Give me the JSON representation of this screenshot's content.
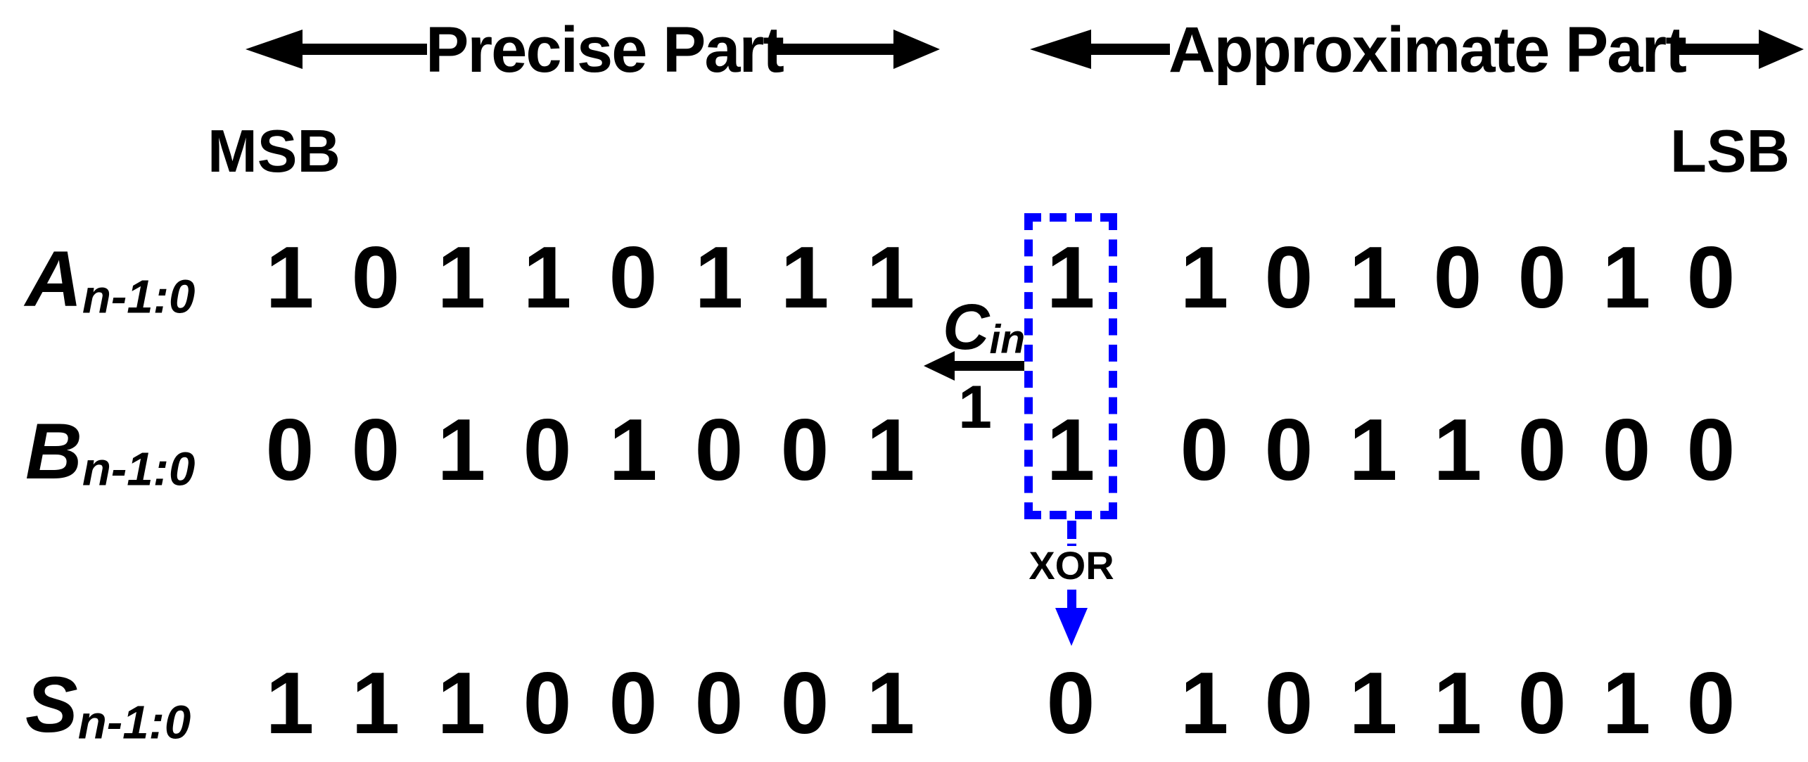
{
  "band": {
    "precise_label": "Precise Part",
    "approximate_label": "Approximate Part"
  },
  "bit_markers": {
    "msb": "MSB",
    "lsb": "LSB"
  },
  "rows": [
    {
      "name": "A",
      "subscript": "n-1:0",
      "precise": [
        "1",
        "0",
        "1",
        "1",
        "0",
        "1",
        "1",
        "1"
      ],
      "boundary": "1",
      "approx": [
        "1",
        "0",
        "1",
        "0",
        "0",
        "1",
        "0"
      ]
    },
    {
      "name": "B",
      "subscript": "n-1:0",
      "precise": [
        "0",
        "0",
        "1",
        "0",
        "1",
        "0",
        "0",
        "1"
      ],
      "boundary": "1",
      "approx": [
        "0",
        "0",
        "1",
        "1",
        "0",
        "0",
        "0"
      ]
    },
    {
      "name": "S",
      "subscript": "n-1:0",
      "precise": [
        "1",
        "1",
        "1",
        "0",
        "0",
        "0",
        "0",
        "1"
      ],
      "boundary": "0",
      "approx": [
        "1",
        "0",
        "1",
        "1",
        "0",
        "1",
        "0"
      ]
    }
  ],
  "carry": {
    "label_main": "C",
    "label_sub": "in",
    "value": "1"
  },
  "xor_label": "XOR",
  "colors": {
    "ink": "#000000",
    "highlight": "#0000ff",
    "background": "#ffffff"
  }
}
